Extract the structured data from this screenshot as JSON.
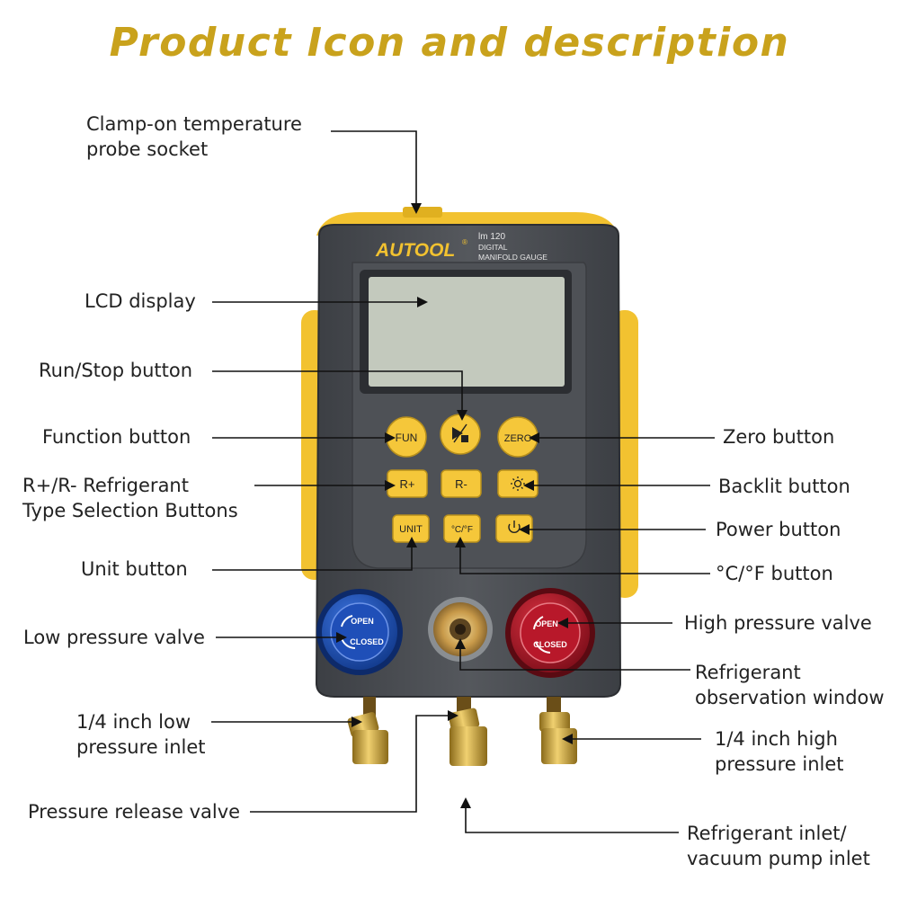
{
  "title": "Product Icon and description",
  "device": {
    "brand": "AUTOOL",
    "model": "lm 120",
    "subtitle_line1": "DIGITAL",
    "subtitle_line2": "MANIFOLD GAUGE",
    "buttons": {
      "fun": "FUN",
      "zero": "ZERO",
      "r_plus": "R+",
      "r_minus": "R-",
      "unit": "UNIT",
      "temp": "°C/°F"
    },
    "valve_open": "OPEN",
    "valve_closed": "CLOSED",
    "colors": {
      "body": "#4a4d52",
      "rim": "#f2c230",
      "button": "#f5c73a",
      "low_valve": "#1f4fb8",
      "high_valve": "#b8182a",
      "brass": "#c9a235",
      "title": "#c9a21c",
      "lcd": "#c3c9bd"
    }
  },
  "labels": {
    "clamp_probe_1": "Clamp-on temperature",
    "clamp_probe_2": "probe socket",
    "lcd": "LCD display",
    "run_stop": "Run/Stop button",
    "function": "Function button",
    "zero": "Zero button",
    "refrigerant_1": "R+/R- Refrigerant",
    "refrigerant_2": "Type Selection Buttons",
    "backlit": "Backlit button",
    "power": "Power button",
    "unit": "Unit button",
    "temp_unit": "°C/°F button",
    "low_valve": "Low pressure valve",
    "high_valve": "High pressure valve",
    "obs_window_1": "Refrigerant",
    "obs_window_2": "observation window",
    "low_inlet_1": "1/4 inch low",
    "low_inlet_2": "pressure inlet",
    "high_inlet_1": "1/4 inch high",
    "high_inlet_2": "pressure inlet",
    "release_valve": "Pressure release valve",
    "vac_inlet_1": "Refrigerant inlet/",
    "vac_inlet_2": "vacuum pump inlet"
  }
}
